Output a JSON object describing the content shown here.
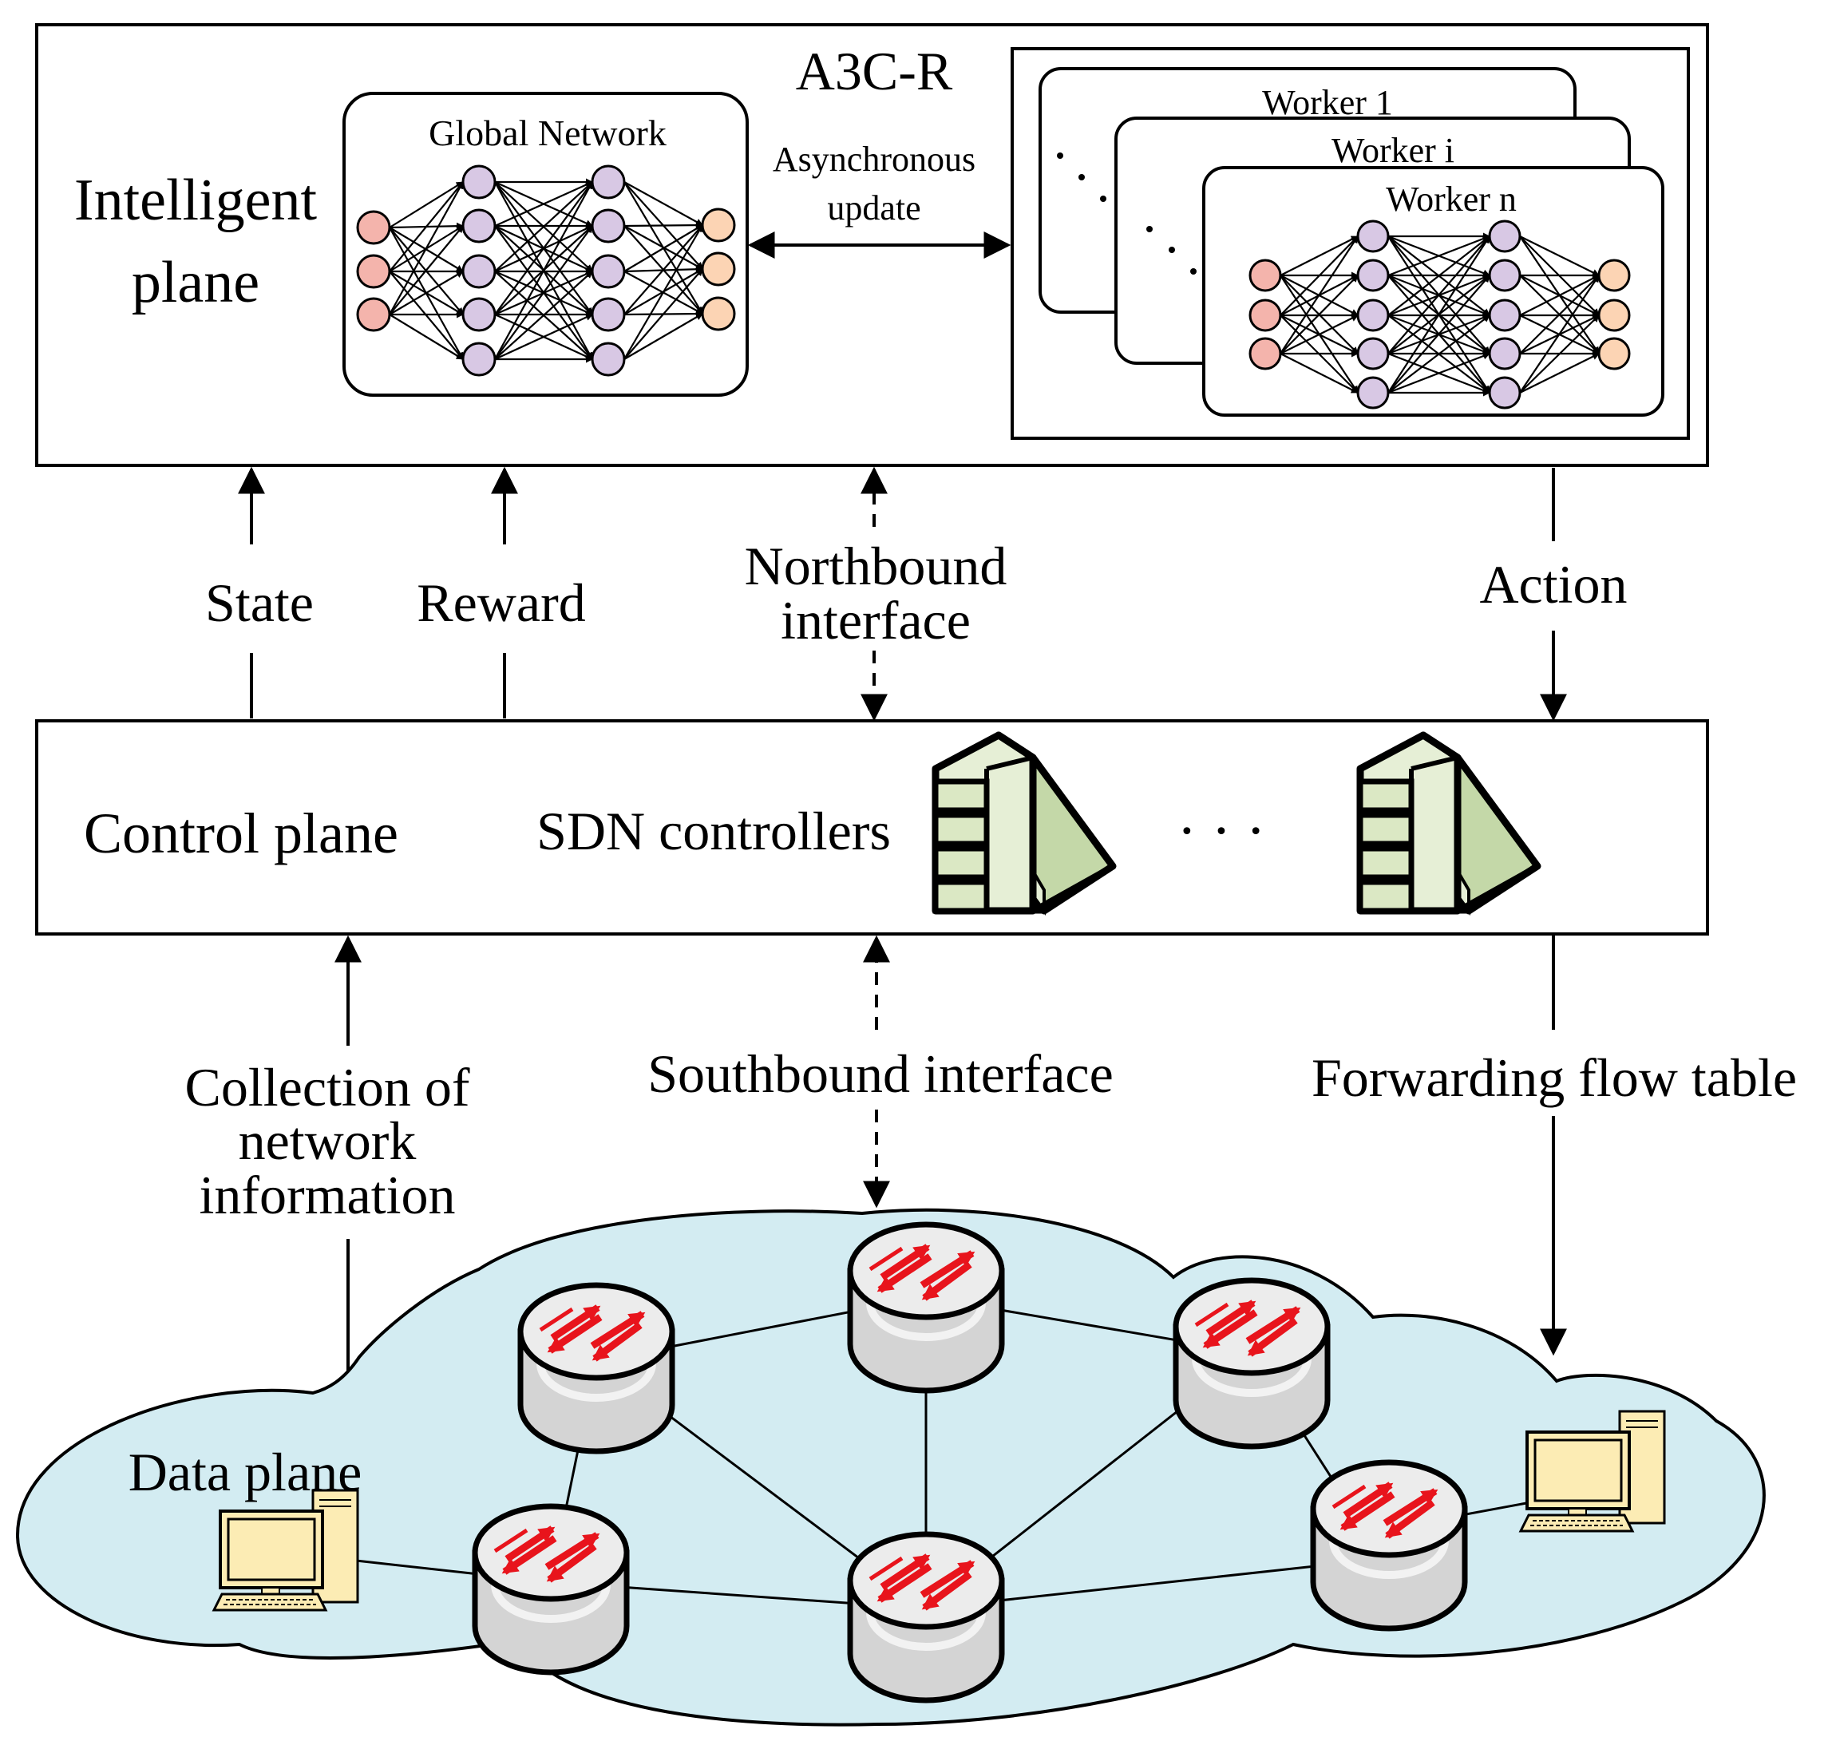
{
  "intelligent_plane": {
    "title_line1": "Intelligent",
    "title_line2": "plane",
    "a3c_label": "A3C-R",
    "global_network_label": "Global Network",
    "async_line1": "Asynchronous",
    "async_line2": "update",
    "worker1_label": "Worker 1",
    "workeri_label": "Worker i",
    "workern_label": "Worker n"
  },
  "links": {
    "state_label": "State",
    "reward_label": "Reward",
    "northbound_line1": "Northbound",
    "northbound_line2": "interface",
    "action_label": "Action",
    "collection_line1": "Collection of",
    "collection_line2": "network",
    "collection_line3": "information",
    "southbound_label": "Southbound interface",
    "forwarding_label": "Forwarding flow table"
  },
  "control_plane": {
    "title": "Control plane",
    "sdn_label": "SDN controllers",
    "ellipsis": "· · ·"
  },
  "data_plane": {
    "title": "Data plane"
  },
  "colors": {
    "input_node": "#f4b4ac",
    "hidden_node": "#d8c8e4",
    "output_node": "#fcd4b4",
    "cloud": "#d3ecf2",
    "server": "#dbe8c4",
    "router_arrow": "#e8141c",
    "monitor": "#fcecb4"
  }
}
